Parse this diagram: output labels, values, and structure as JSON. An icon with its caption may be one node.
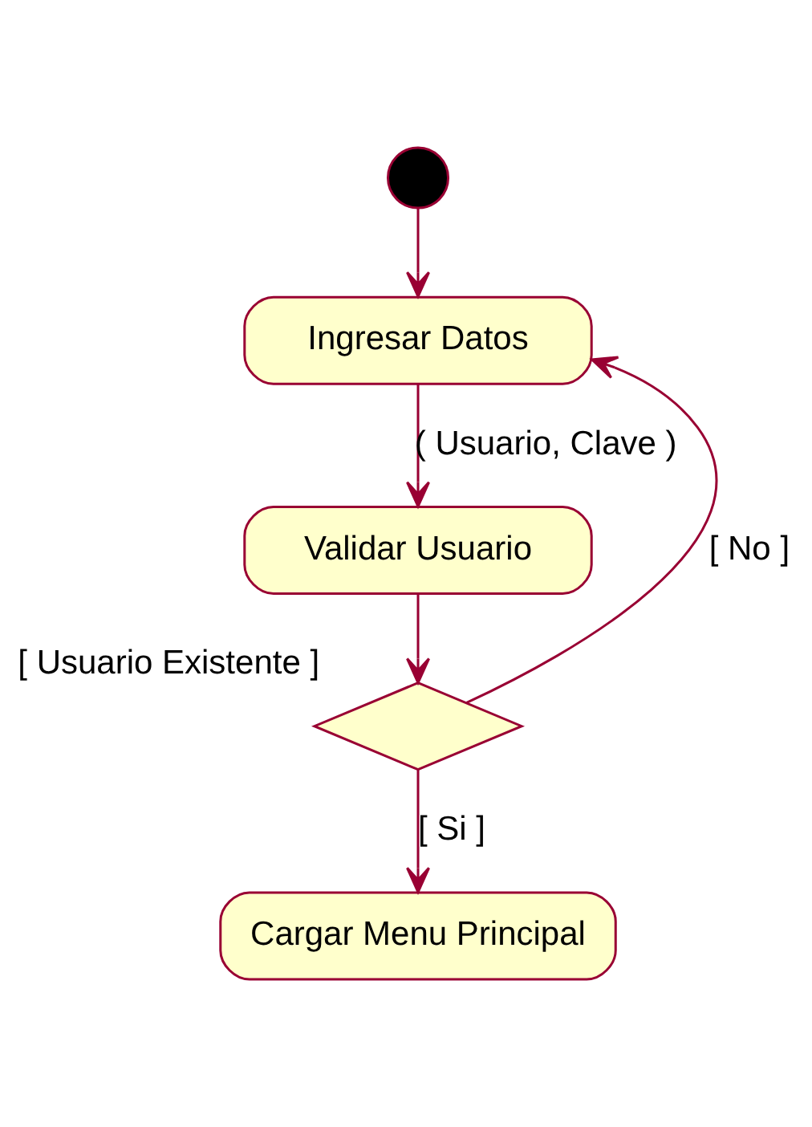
{
  "diagram": {
    "nodes": [
      {
        "text": [],
        "shape": "circle"
      },
      {
        "text": [
          "Ingresar Datos"
        ]
      },
      {
        "text": [
          "Validar Usuario"
        ]
      },
      {
        "text": [],
        "shape": "diamond",
        "beside": [
          "[ Usuario Existente ]"
        ]
      },
      {
        "text": [
          "Cargar Menu Principal"
        ]
      }
    ],
    "edges": [
      {
        "from": 0,
        "to": 1,
        "arrow": "to"
      },
      {
        "from": 1,
        "to": 2,
        "arrow": "to",
        "label": "( Usuario, Clave )"
      },
      {
        "from": 2,
        "to": 3,
        "arrow": "to"
      },
      {
        "from": 3,
        "to": 1,
        "arrow": "to",
        "label": "[ No ]"
      },
      {
        "from": 3,
        "to": 4,
        "arrow": "to",
        "label": "[ Si ]"
      }
    ]
  }
}
